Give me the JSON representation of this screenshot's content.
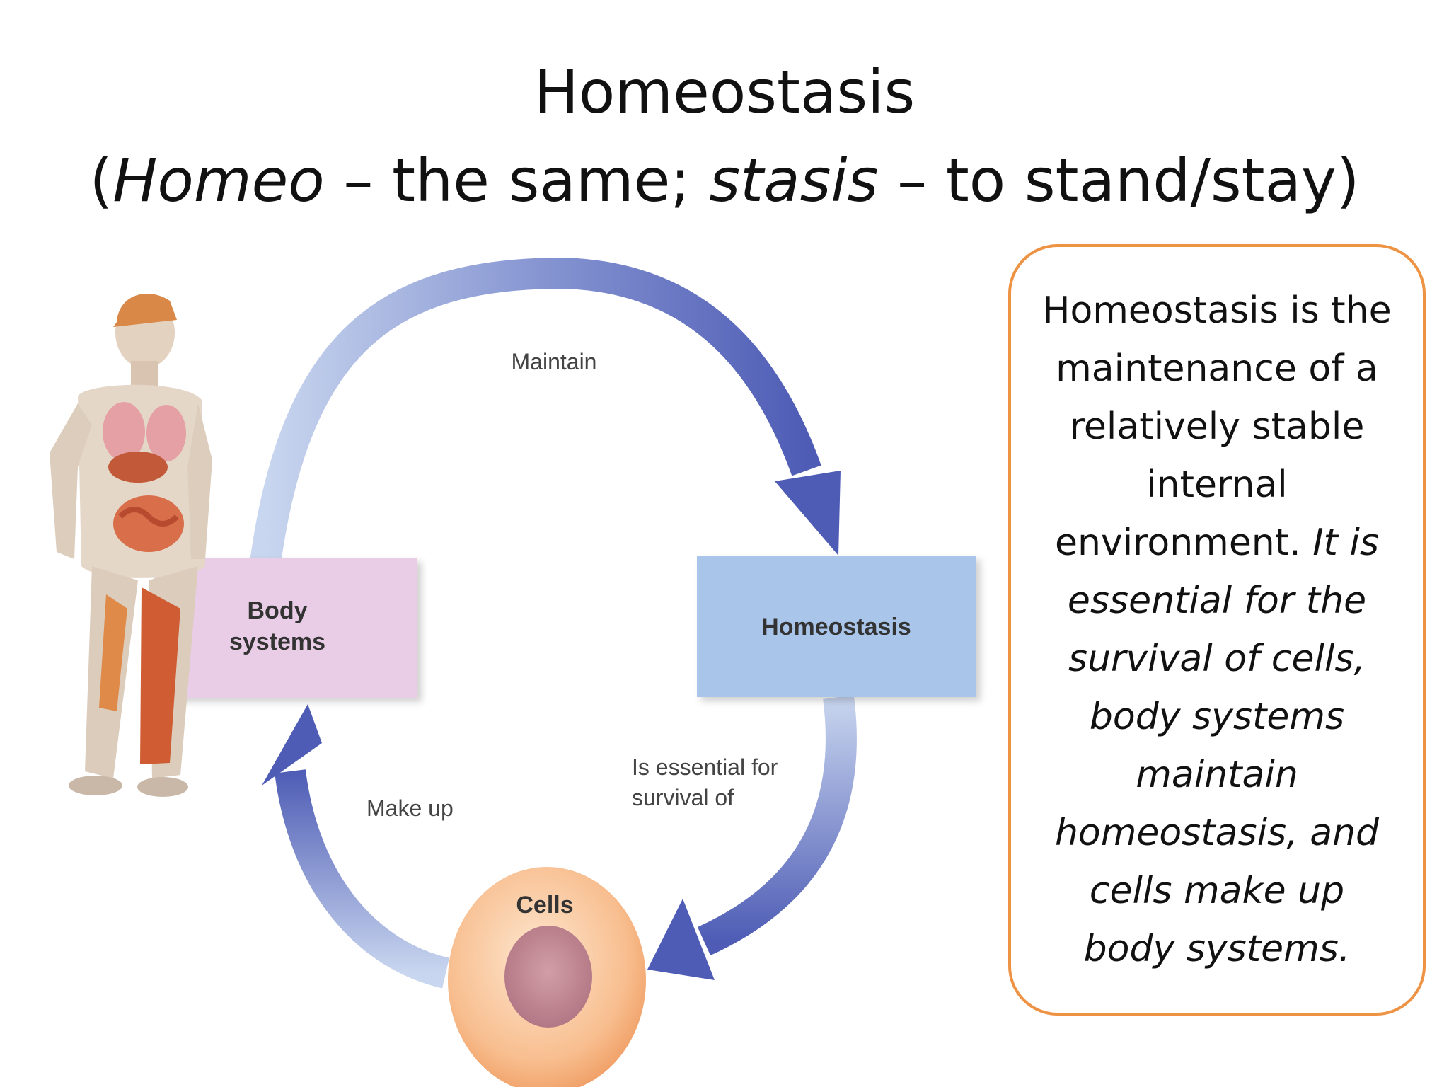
{
  "slide": {
    "title": "Homeostasis",
    "subtitle": {
      "open_paren": "(",
      "term1": "Homeo",
      "def1": " – the same; ",
      "term2": "stasis",
      "def2": " – to stand/stay)"
    }
  },
  "diagram": {
    "nodes": {
      "body_systems_line1": "Body",
      "body_systems_line2": "systems",
      "homeostasis": "Homeostasis",
      "cells": "Cells"
    },
    "arrows": {
      "maintain": "Maintain",
      "essential_line1": "Is essential for",
      "essential_line2": "survival of",
      "make_up": "Make up"
    },
    "colors": {
      "arrow": "#5563bb",
      "body_box": "#e9cde6",
      "homeostasis_box": "#a9c5ea",
      "cell": "#f6b584",
      "nucleus": "#c38c95"
    }
  },
  "definition": {
    "plain": "Homeostasis is the maintenance of a relatively stable internal environment. ",
    "italic": "It is essential for the survival of cells, body systems maintain homeostasis, and cells make up body systems.",
    "border_color": "#ee9244"
  }
}
